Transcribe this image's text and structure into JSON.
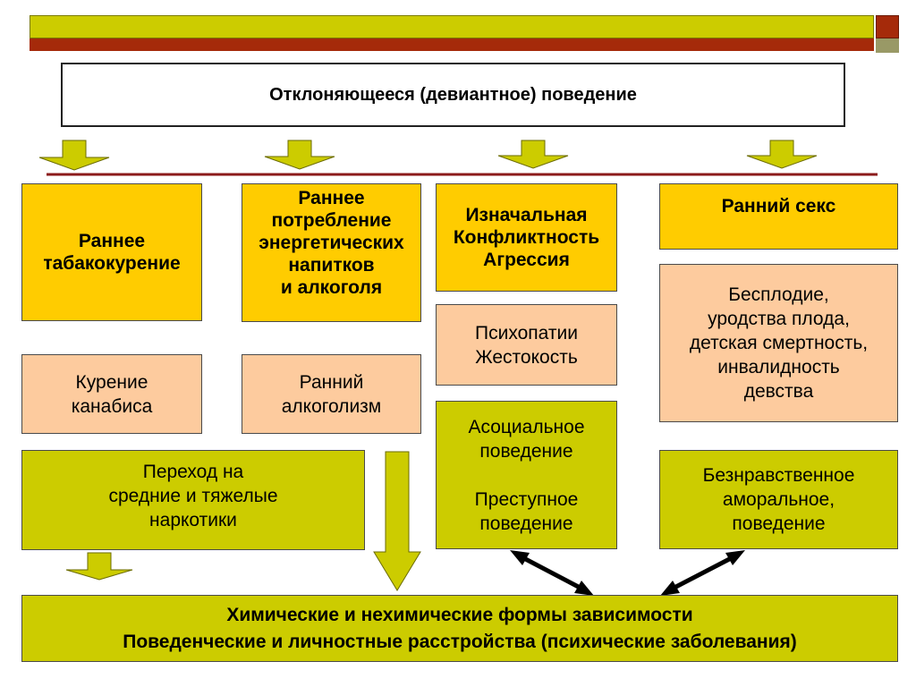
{
  "colors": {
    "header_bar": "#cccc00",
    "header_line": "#a52a0a",
    "accent_square_top": "#a52a0a",
    "accent_square_bottom": "#999966",
    "gold_box": "#ffcc00",
    "peach_box": "#fdcb9e",
    "olive_box": "#cccc00",
    "divider": "#8b1a1a"
  },
  "title": "Отклоняющееся (девиантное) поведение",
  "columns": {
    "tobacco": {
      "heading": "Раннее\nтабакокурение",
      "consequence": "Курение\nканабиса"
    },
    "drinks": {
      "heading": "Раннее\nпотребление\nэнергетических\nнапитков\nи алкоголя",
      "consequence": "Ранний\nалкоголизм"
    },
    "conflict": {
      "heading": "Изначальная\nКонфликтность\nАгрессия",
      "consequence": "Психопатии\nЖестокость",
      "outcome": "Асоциальное\nповедение\n\nПреступное\nповедение"
    },
    "sex": {
      "heading": "Ранний секс",
      "consequence": "Бесплодие,\n уродства плода,\nдетская смертность,\n инвалидность\nдевства",
      "outcome": "Безнравственное\nаморальное,\n поведение"
    }
  },
  "drugs_box": "Переход на\nсредние и тяжелые\nнаркотики",
  "bottom": {
    "line1": "Химические и нехимические формы зависимости",
    "line2": "Поведенческие и личностные расстройства (психические заболевания)"
  }
}
